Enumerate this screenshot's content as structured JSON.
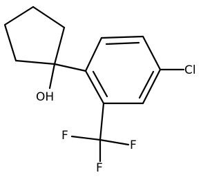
{
  "molecule": {
    "atoms": {
      "hydroxyl": "OH",
      "chlorine": "Cl",
      "fluorine_1": "F",
      "fluorine_2": "F",
      "fluorine_3": "F"
    },
    "colors": {
      "bond": "#000000",
      "label": "#000000",
      "background": "#ffffff"
    }
  }
}
